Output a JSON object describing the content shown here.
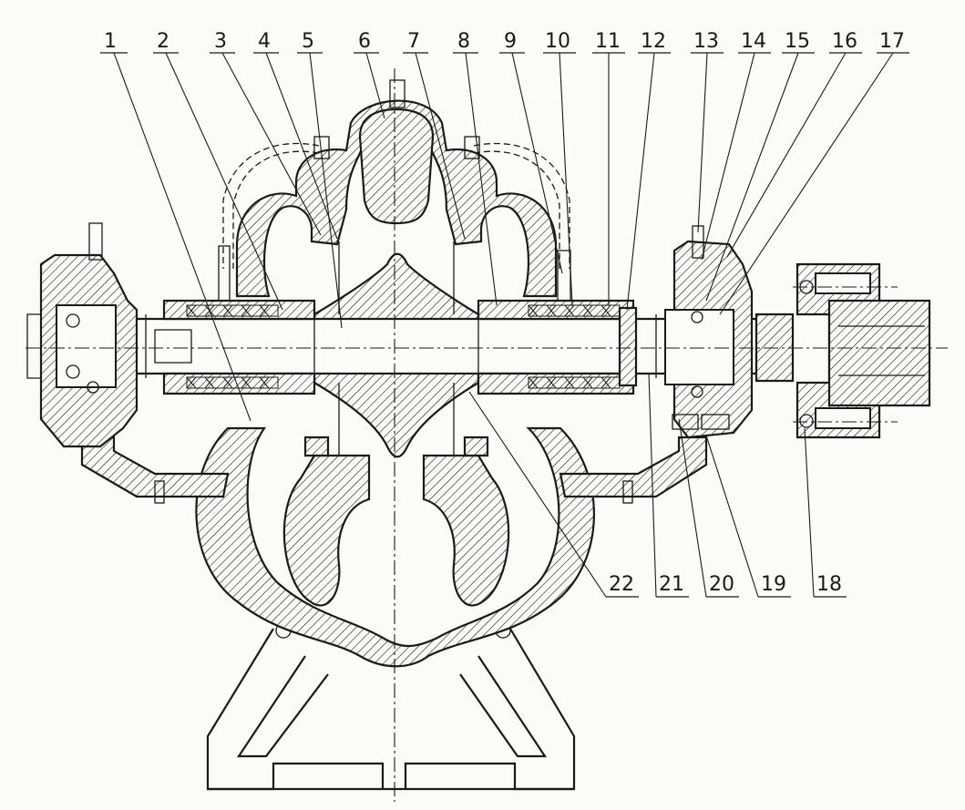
{
  "drawing": {
    "part_labels": [
      {
        "id": 1,
        "text": "1"
      },
      {
        "id": 2,
        "text": "2"
      },
      {
        "id": 3,
        "text": "3"
      },
      {
        "id": 4,
        "text": "4"
      },
      {
        "id": 5,
        "text": "5"
      },
      {
        "id": 6,
        "text": "6"
      },
      {
        "id": 7,
        "text": "7"
      },
      {
        "id": 8,
        "text": "8"
      },
      {
        "id": 9,
        "text": "9"
      },
      {
        "id": 10,
        "text": "10"
      },
      {
        "id": 11,
        "text": "11"
      },
      {
        "id": 12,
        "text": "12"
      },
      {
        "id": 13,
        "text": "13"
      },
      {
        "id": 14,
        "text": "14"
      },
      {
        "id": 15,
        "text": "15"
      },
      {
        "id": 16,
        "text": "16"
      },
      {
        "id": 17,
        "text": "17"
      },
      {
        "id": 18,
        "text": "18"
      },
      {
        "id": 19,
        "text": "19"
      },
      {
        "id": 20,
        "text": "20"
      },
      {
        "id": 21,
        "text": "21"
      },
      {
        "id": 22,
        "text": "22"
      }
    ]
  }
}
